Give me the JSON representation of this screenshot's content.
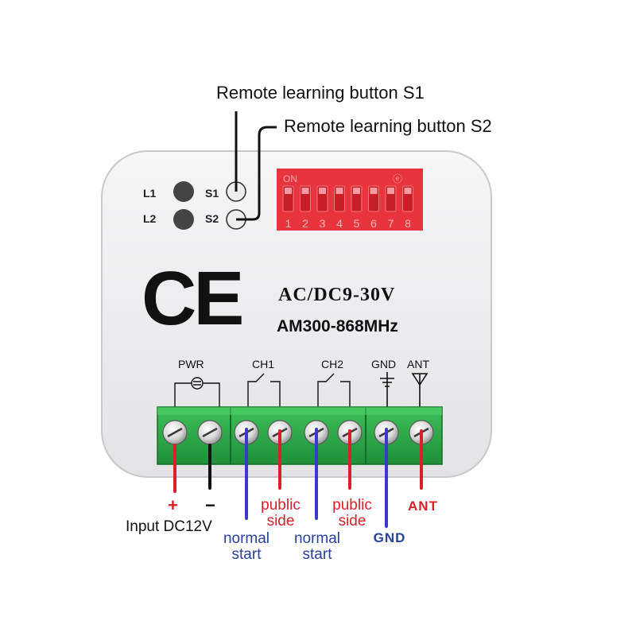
{
  "callouts": {
    "s1": "Remote learning button S1",
    "s2": "Remote learning button S2"
  },
  "device": {
    "leds": [
      "L1",
      "L2"
    ],
    "buttons": [
      "S1",
      "S2"
    ],
    "dip": {
      "on_label": "ON",
      "numbers": [
        "1",
        "2",
        "3",
        "4",
        "5",
        "6",
        "7",
        "8"
      ]
    },
    "ce_mark": "CE",
    "voltage": "AC/DC9-30V",
    "frequency": "AM300-868MHz",
    "terminal_labels": {
      "pwr": "PWR",
      "ch1": "CH1",
      "ch2": "CH2",
      "gnd": "GND",
      "ant": "ANT"
    }
  },
  "wires": {
    "plus": "+",
    "minus": "−",
    "input": "Input DC12V",
    "ch1_normal": [
      "normal",
      "start"
    ],
    "ch1_public": [
      "public",
      "side"
    ],
    "ch2_normal": [
      "normal",
      "start"
    ],
    "ch2_public": [
      "public",
      "side"
    ],
    "gnd": "GND",
    "ant": "ANT"
  },
  "colors": {
    "red_wire": "#d8202a",
    "blue_wire": "#3a39c8",
    "black_wire": "#111111",
    "terminal_green": "#2fae4a",
    "dip_red": "#e8343c",
    "label_blue": "#28419a"
  }
}
